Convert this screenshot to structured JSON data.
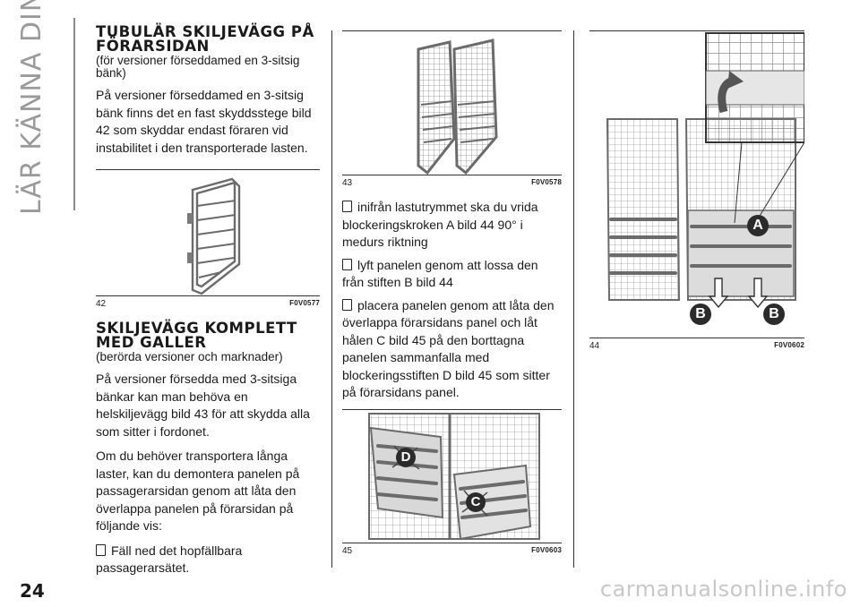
{
  "side_title": "LÄR KÄNNA DIN BIL",
  "page_number": "24",
  "watermark": "carmanualsonline.info",
  "section1": {
    "heading": "TUBULÄR SKILJEVÄGG PÅ FÖRARSIDAN",
    "subheading": "(för versioner förseddamed en 3-sitsig bänk)",
    "paragraph": "På versioner förseddamed en 3-sitsig bänk finns det en fast skyddsstege bild 42 som skyddar endast föraren vid instabilitet i den transporterade lasten."
  },
  "figure42": {
    "number": "42",
    "code": "F0V0577"
  },
  "section2": {
    "heading": "SKILJEVÄGG KOMPLETT MED GALLER",
    "subheading": "(berörda versioner och marknader)",
    "paragraphs": [
      "På versioner försedda med 3-sitsiga bänkar kan man behöva en helskiljevägg bild 43 för att skydda alla som sitter i fordonet.",
      "Om du behöver transportera långa laster, kan du demontera panelen på passagerarsidan genom att låta den överlappa panelen på förarsidan på följande vis:"
    ],
    "bullet": "Fäll ned det hopfällbara passagerarsätet."
  },
  "figure43": {
    "number": "43",
    "code": "F0V0578"
  },
  "bullets_col2": [
    "inifrån lastutrymmet ska du vrida blockeringskroken A bild 44 90° i medurs riktning",
    "lyft panelen genom att lossa den från stiften B bild 44",
    "placera panelen genom att låta den överlappa förarsidans panel och låt hålen C bild 45 på den borttagna panelen sammanfalla med blockeringsstiften D bild 45 som sitter på förarsidans panel."
  ],
  "figure45": {
    "number": "45",
    "code": "F0V0603",
    "label_c": "C",
    "label_d": "D"
  },
  "figure44": {
    "number": "44",
    "code": "F0V0602",
    "label_a": "A",
    "label_b1": "B",
    "label_b2": "B"
  },
  "colors": {
    "text": "#1a1a1a",
    "side_title": "#9a9a9a",
    "badge": "#2b2b2b",
    "grid": "#6b6b6b"
  }
}
